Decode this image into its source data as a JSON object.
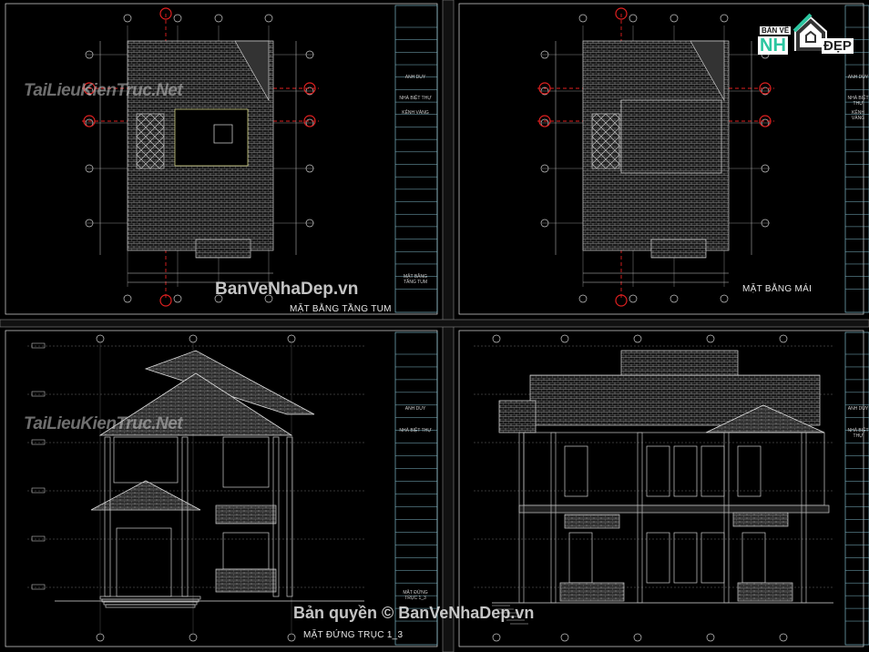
{
  "sheets": [
    {
      "title": "MẶT BẰNG TẦNG TUM",
      "title_block": {
        "designer": "ANH DUY",
        "project": "NHÀ BIỆT THỰ",
        "location": "KÊNH VÀNG",
        "drawing": "MẶT BẰNG TẦNG TUM"
      }
    },
    {
      "title": "MẶT BẰNG MÁI",
      "title_block": {
        "designer": "ANH DUY",
        "project": "NHÀ BIỆT THỰ",
        "location": "KÊNH VÀNG"
      }
    },
    {
      "title": "MẶT ĐỨNG TRỤC 1_3",
      "title_block": {
        "designer": "ANH DUY",
        "project": "NHÀ BIỆT THỰ",
        "drawing": "MẶT ĐỨNG TRỤC 1_3"
      }
    },
    {
      "title": "",
      "title_block": {
        "designer": "ANH DUY",
        "project": "NHÀ BIỆT THỰ"
      }
    }
  ],
  "watermarks": {
    "tailieu": "TaiLieuKienTruc.Net",
    "banve": "BanVeNhaDep.vn",
    "copyright": "Bản quyền © BanVeNhaDep.vn"
  },
  "logo": {
    "top": "BẢN VẼ",
    "mid": "NH",
    "end": "ĐẸP"
  },
  "colors": {
    "background": "#000000",
    "lines": "#d9d9d9",
    "axis_red": "#e02020",
    "frame_cyan": "#7fb8c8",
    "highlight_yellow": "#e8e890",
    "logo_green": "#2cc6a0"
  }
}
